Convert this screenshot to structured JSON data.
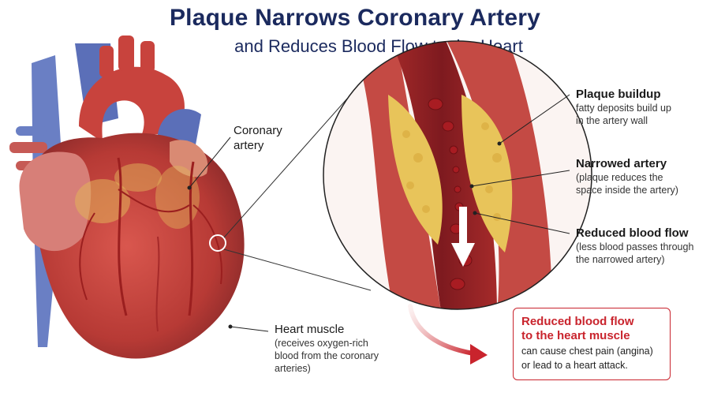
{
  "title": "Plaque Narrows Coronary Artery",
  "subtitle": "and Reduces Blood Flow to the Heart",
  "labels": {
    "coronary_artery": [
      "Coronary",
      "artery"
    ],
    "plaque": {
      "heading": "Plaque buildup",
      "desc": [
        "fatty deposits build up",
        "in the artery wall"
      ]
    },
    "narrowed": {
      "heading": "Narrowed artery",
      "desc": [
        "(plaque reduces the",
        "space inside the artery)"
      ]
    },
    "reduced": {
      "heading": "Reduced blood flow",
      "desc": [
        "(less blood passes through",
        "the narrowed artery)"
      ]
    },
    "heart_muscle": {
      "heading": "Heart muscle",
      "desc": [
        "(receives oxygen-rich",
        "blood from the coronary",
        "arteries)"
      ]
    }
  },
  "callout": {
    "heading": [
      "Reduced blood flow",
      "to the heart muscle"
    ],
    "desc": [
      "can cause chest pain (angina)",
      "or lead to a heart attack."
    ]
  },
  "colors": {
    "title": "#1b2a5e",
    "accent": "#c9242d",
    "artery_red": "#b8332f",
    "vein_blue": "#5b6fb8",
    "plaque_yellow": "#e8c45a"
  }
}
